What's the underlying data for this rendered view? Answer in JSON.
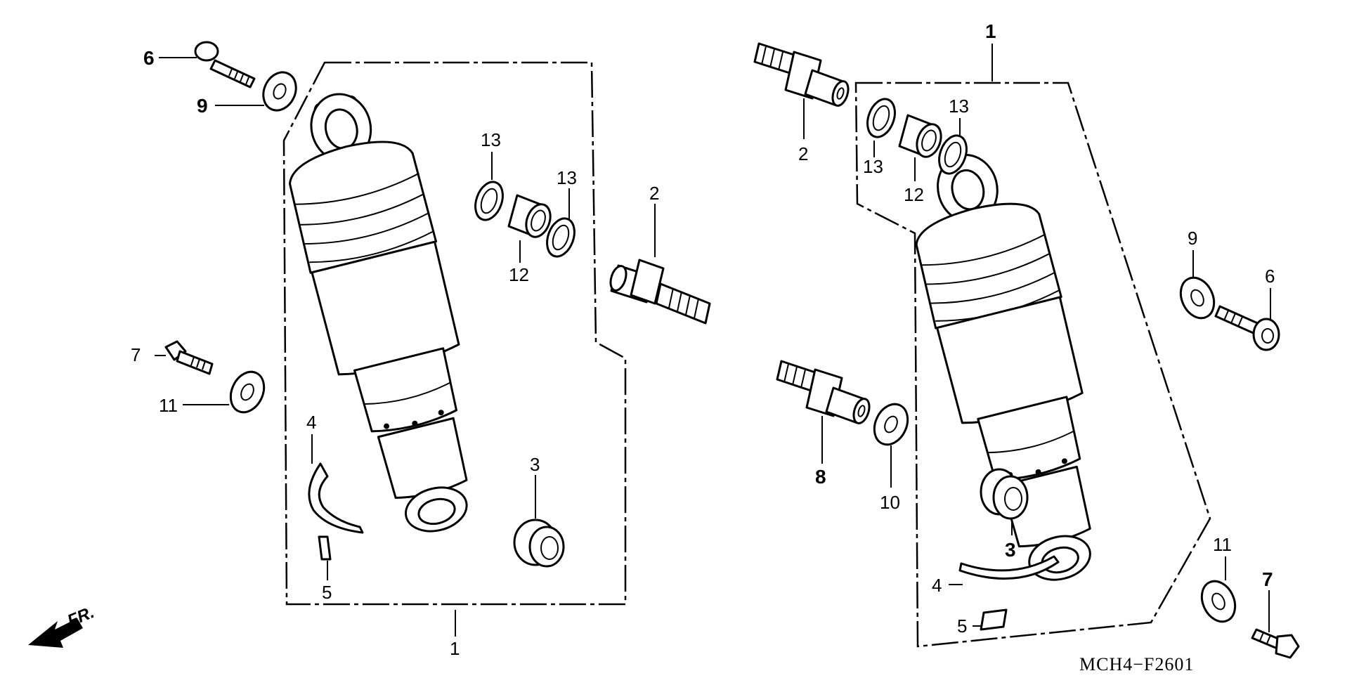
{
  "labels": {
    "l1": "1",
    "l2": "2",
    "l3": "3",
    "l4": "4",
    "l5": "5",
    "l6": "6",
    "l7": "7",
    "l8": "8",
    "l9": "9",
    "l10": "10",
    "l11": "11",
    "l12": "12",
    "l13": "13"
  },
  "direction_label": "FR.",
  "diagram_code": "MCH4−F2601"
}
